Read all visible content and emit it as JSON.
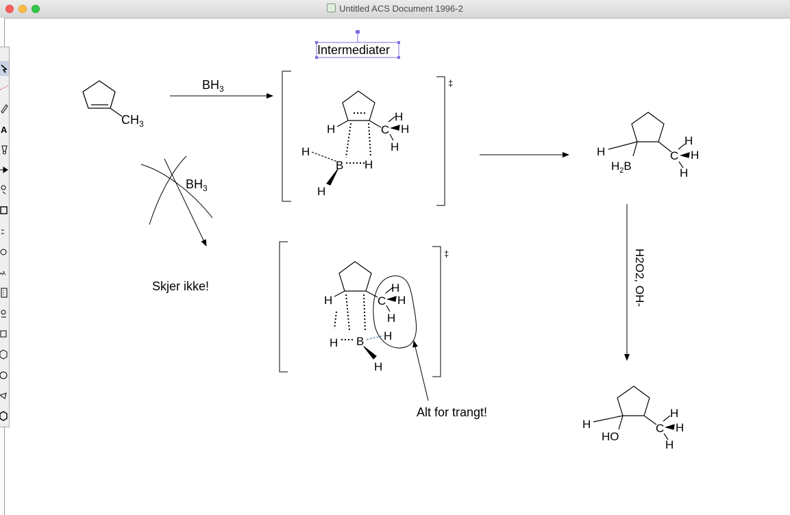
{
  "window": {
    "title": "Untitled ACS Document 1996-2",
    "doc_icon": "chemdraw-document-icon"
  },
  "palette": {
    "tools": [
      "lasso-icon",
      "eraser-icon",
      "pencil-icon",
      "text-icon",
      "pen-icon",
      "arrow-icon",
      "chain-icon",
      "rectangle-icon",
      "orbital-icon",
      "template-icon",
      "query-icon",
      "table-icon",
      "atom-map-icon",
      "square-ring-icon",
      "hexagon-ring-icon",
      "circle-icon",
      "pentagon-icon",
      "benzene-icon"
    ]
  },
  "canvas": {
    "caption_intermediate": "Intermediater",
    "reagent_top": "BH",
    "reagent_top_sub": "3",
    "reagent_cross": "BH",
    "reagent_cross_sub": "3",
    "start_ch3": "CH",
    "start_ch3_sub": "3",
    "no_reaction": "Skjer ikke!",
    "too_crowded": "Alt for trangt!",
    "dagger": "‡",
    "oxidation_reagent": "H2O2, OH-",
    "atoms": {
      "H": "H",
      "B": "B",
      "C": "C",
      "HO": "HO"
    }
  }
}
